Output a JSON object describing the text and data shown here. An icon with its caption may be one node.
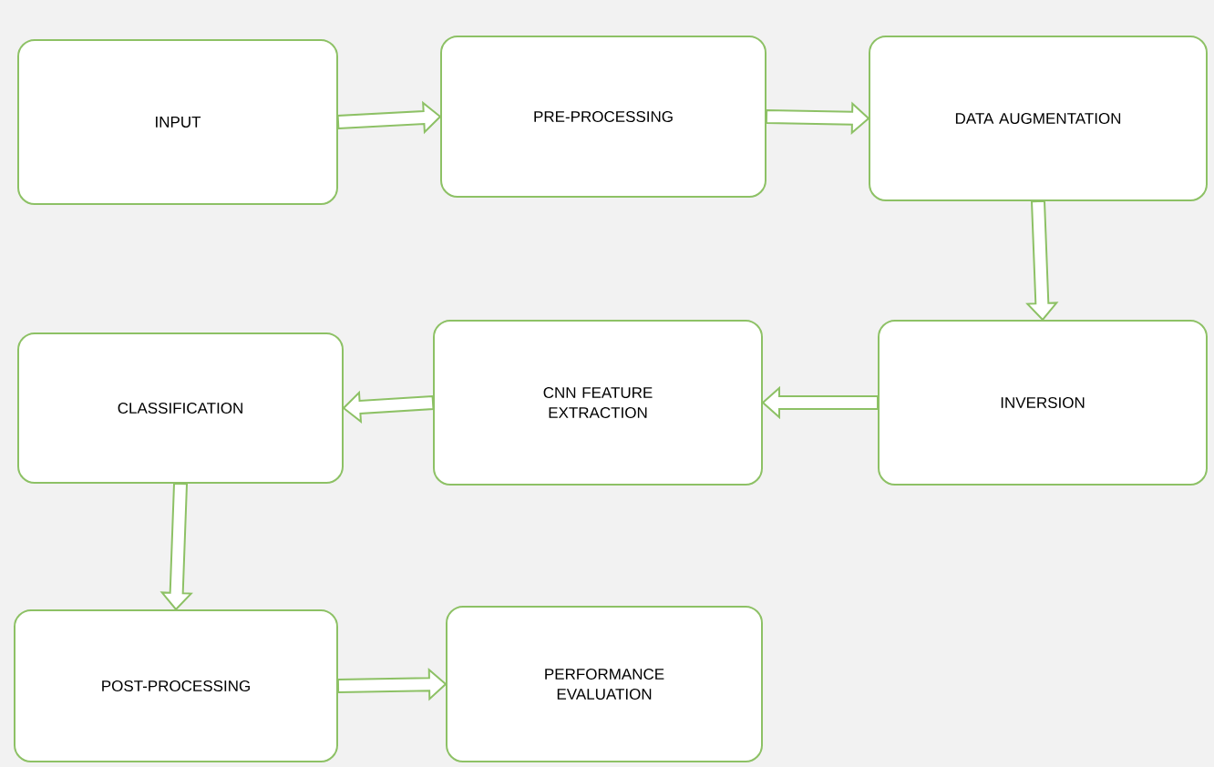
{
  "diagram": {
    "nodes": [
      {
        "text": [
          "INPUT"
        ]
      },
      {
        "text": [
          "PRE-PROCESSING"
        ]
      },
      {
        "text": [
          "DATA AUGMENTATION"
        ]
      },
      {
        "text": [
          "INVERSION"
        ]
      },
      {
        "text": [
          "CNN FEATURE EXTRACTION"
        ]
      },
      {
        "text": [
          "CLASSIFICATION"
        ]
      },
      {
        "text": [
          "POST-PROCESSING"
        ]
      },
      {
        "text": [
          "PERFORMANCE EVALUATION"
        ]
      }
    ],
    "edges": [
      {
        "from": 0,
        "to": 1,
        "arrow": "to"
      },
      {
        "from": 1,
        "to": 2,
        "arrow": "to"
      },
      {
        "from": 2,
        "to": 3,
        "arrow": "to"
      },
      {
        "from": 3,
        "to": 4,
        "arrow": "to"
      },
      {
        "from": 4,
        "to": 5,
        "arrow": "to"
      },
      {
        "from": 5,
        "to": 6,
        "arrow": "to"
      },
      {
        "from": 6,
        "to": 7,
        "arrow": "to"
      }
    ]
  }
}
